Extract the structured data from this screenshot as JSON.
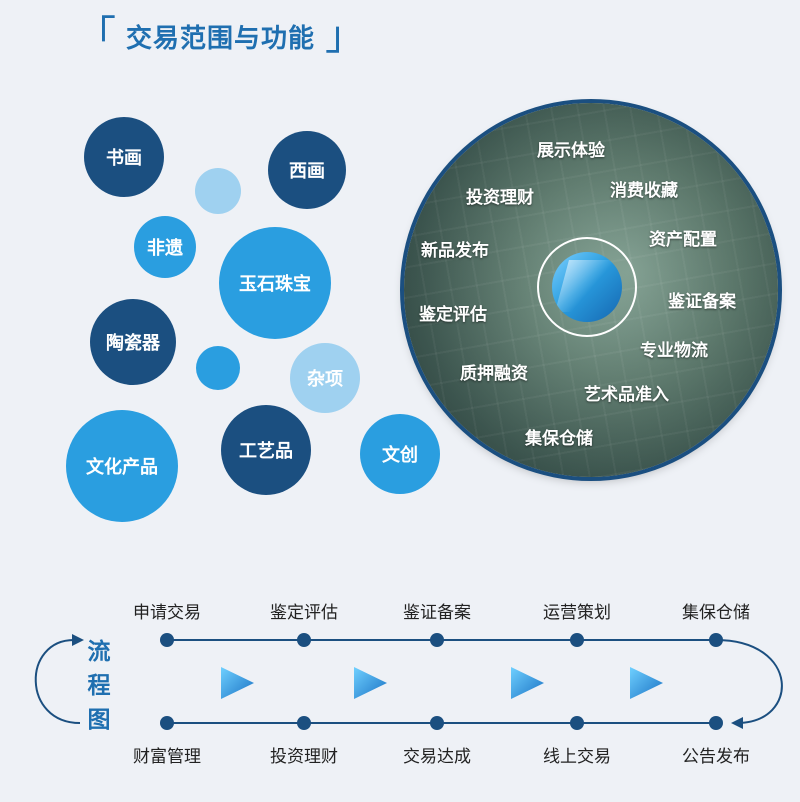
{
  "header": {
    "title": "交易范围与功能"
  },
  "scope_bubbles": [
    {
      "label": "书画"
    },
    {
      "label": "西画"
    },
    {
      "label": ""
    },
    {
      "label": "非遗"
    },
    {
      "label": "玉石珠宝"
    },
    {
      "label": "陶瓷器"
    },
    {
      "label": ""
    },
    {
      "label": "杂项"
    },
    {
      "label": "文化产品"
    },
    {
      "label": "工艺品"
    },
    {
      "label": "文创"
    }
  ],
  "functions": [
    "展示体验",
    "投资理财",
    "消费收藏",
    "新品发布",
    "资产配置",
    "鉴定评估",
    "鉴证备案",
    "专业物流",
    "质押融资",
    "艺术品准入",
    "集保仓储"
  ],
  "flow": {
    "title_chars": [
      "流",
      "程",
      "图"
    ],
    "top_steps": [
      "申请交易",
      "鉴定评估",
      "鉴证备案",
      "运营策划",
      "集保仓储"
    ],
    "bottom_steps": [
      "财富管理",
      "投资理财",
      "交易达成",
      "线上交易",
      "公告发布"
    ]
  },
  "colors": {
    "accent": "#1f6fb0",
    "dark_bubble": "#1b4f80",
    "mid_bubble": "#2a9ee0",
    "light_bubble": "#9fd1f0",
    "background": "#eef1f6"
  }
}
